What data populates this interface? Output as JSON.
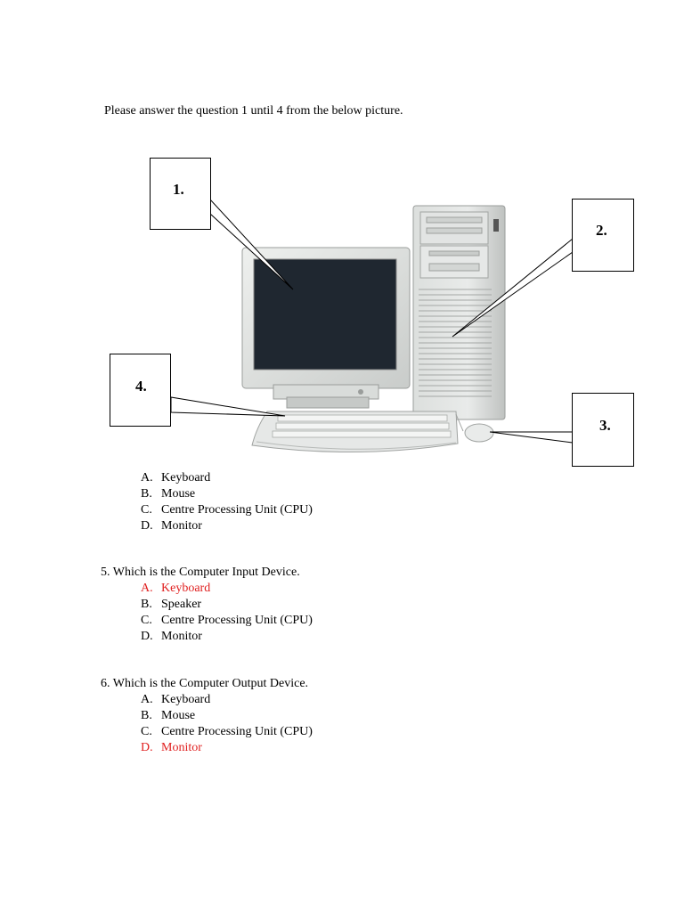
{
  "instruction": "Please  answer the question 1 until 4 from the  below picture.",
  "callouts": [
    "1.",
    "2.",
    "3.",
    "4."
  ],
  "options_1_4": [
    {
      "letter": "A.",
      "text": "Keyboard"
    },
    {
      "letter": "B.",
      "text": "Mouse"
    },
    {
      "letter": "C.",
      "text": "Centre Processing Unit (CPU)"
    },
    {
      "letter": "D.",
      "text": "Monitor"
    }
  ],
  "q5": {
    "text": "5. Which is the Computer Input Device.",
    "options": [
      {
        "letter": "A.",
        "text": "Keyboard",
        "correct": true
      },
      {
        "letter": "B.",
        "text": "Speaker",
        "correct": false
      },
      {
        "letter": "C.",
        "text": "Centre Processing Unit (CPU)",
        "correct": false
      },
      {
        "letter": "D.",
        "text": "Monitor",
        "correct": false
      }
    ]
  },
  "q6": {
    "text": "6. Which is the Computer Output Device.",
    "options": [
      {
        "letter": "A.",
        "text": "Keyboard",
        "correct": false
      },
      {
        "letter": "B.",
        "text": "Mouse",
        "correct": false
      },
      {
        "letter": "C.",
        "text": "Centre Processing Unit (CPU)",
        "correct": false
      },
      {
        "letter": "D.",
        "text": "Monitor",
        "correct": true
      }
    ]
  },
  "colors": {
    "correct_answer": "#e02020"
  }
}
